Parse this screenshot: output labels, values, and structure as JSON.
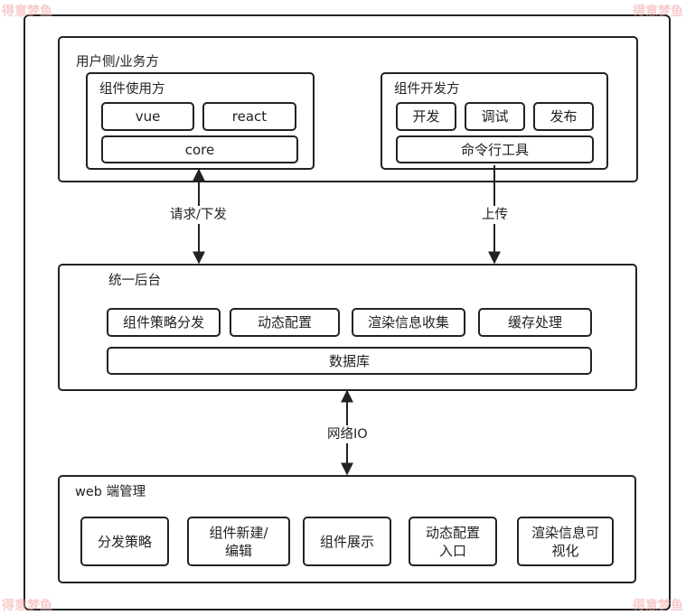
{
  "diagram": {
    "user_side": {
      "title": "用户侧/业务方",
      "consumer": {
        "title": "组件使用方",
        "items": [
          "vue",
          "react",
          "core"
        ]
      },
      "developer": {
        "title": "组件开发方",
        "items": [
          "开发",
          "调试",
          "发布",
          "命令行工具"
        ]
      }
    },
    "edges": {
      "request": "请求/下发",
      "upload": "上传",
      "network": "网络IO"
    },
    "backend": {
      "title": "统一后台",
      "items": [
        "组件策略分发",
        "动态配置",
        "渲染信息收集",
        "缓存处理",
        "数据库"
      ]
    },
    "web": {
      "title": "web 端管理",
      "items": [
        "分发策略",
        "组件新建/\n编辑",
        "组件展示",
        "动态配置\n入口",
        "渲染信息可\n视化"
      ]
    }
  },
  "watermark": "得意梦鱼"
}
